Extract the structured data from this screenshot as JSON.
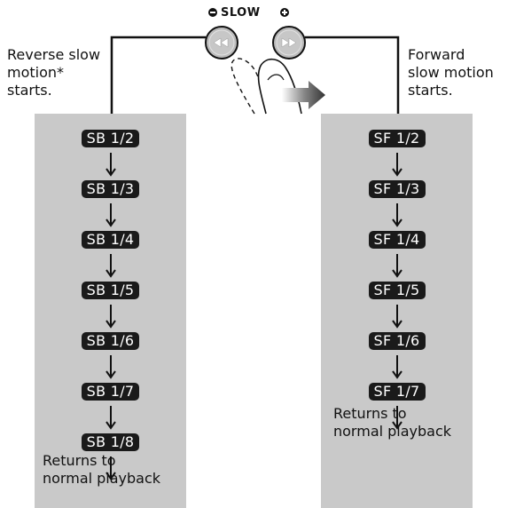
{
  "buttons": {
    "slow_label": "SLOW",
    "minus_symbol": "⊖",
    "plus_symbol": "⊕",
    "reverse_icon": "rewind-icon",
    "forward_icon": "fast-forward-icon"
  },
  "left": {
    "label": [
      "Reverse slow",
      "motion*",
      "starts."
    ],
    "steps": [
      "SB 1/2",
      "SB 1/3",
      "SB 1/4",
      "SB 1/5",
      "SB 1/6",
      "SB 1/7",
      "SB 1/8"
    ],
    "end": [
      "Returns to",
      "normal playback"
    ]
  },
  "right": {
    "label": [
      "Forward",
      "slow motion",
      "starts."
    ],
    "steps": [
      "SF 1/2",
      "SF 1/3",
      "SF 1/4",
      "SF 1/5",
      "SF 1/6",
      "SF 1/7"
    ],
    "end": [
      "Returns to",
      "normal playback"
    ]
  },
  "colors": {
    "panel": "#c9c9c9",
    "badge": "#1a1a1a",
    "button": "#bdbdbd"
  }
}
